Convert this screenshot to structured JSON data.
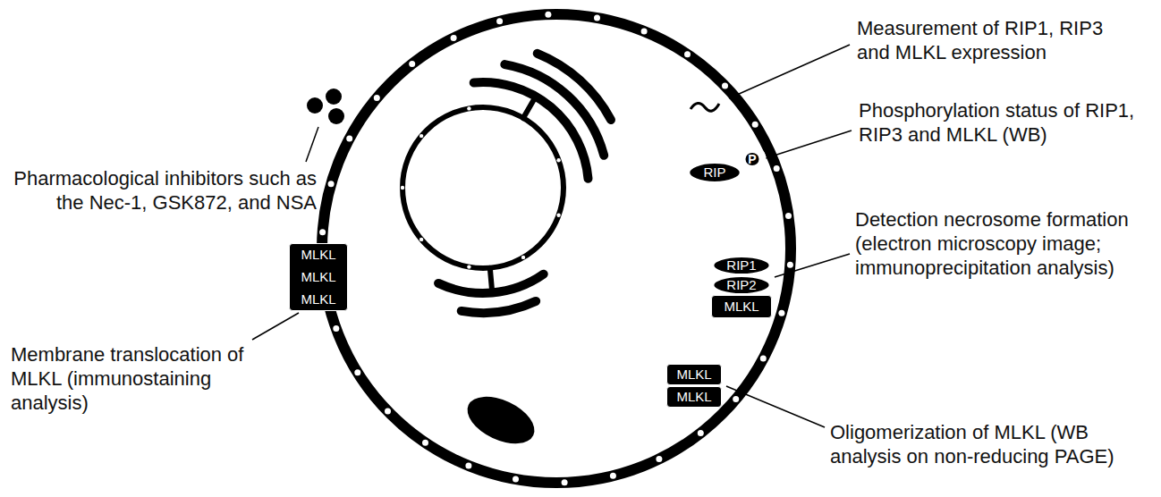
{
  "diagram": {
    "nodes": [
      {
        "text": [
          "MLKL",
          "MLKL",
          "MLKL"
        ]
      },
      {
        "text": [
          "RIP"
        ]
      },
      {
        "text": [
          "P"
        ]
      },
      {
        "text": [
          "RIP1"
        ]
      },
      {
        "text": [
          "RIP2"
        ]
      },
      {
        "text": [
          "MLKL"
        ]
      },
      {
        "text": [
          "MLKL"
        ]
      },
      {
        "text": [
          "MLKL"
        ]
      }
    ],
    "labels": [
      "Measurement of RIP1, RIP3 and MLKL expression",
      "Pharmacological inhibitors such as the Nec-1, GSK872, and NSA",
      "Phosphorylation status of RIP1, RIP3 and MLKL (WB)",
      "Detection necrosome formation (electron microscopy image; immunoprecipitation analysis)",
      "Membrane translocation of MLKL (immunostaining analysis)",
      "Oligomerization of MLKL (WB analysis on non-reducing PAGE)"
    ]
  }
}
